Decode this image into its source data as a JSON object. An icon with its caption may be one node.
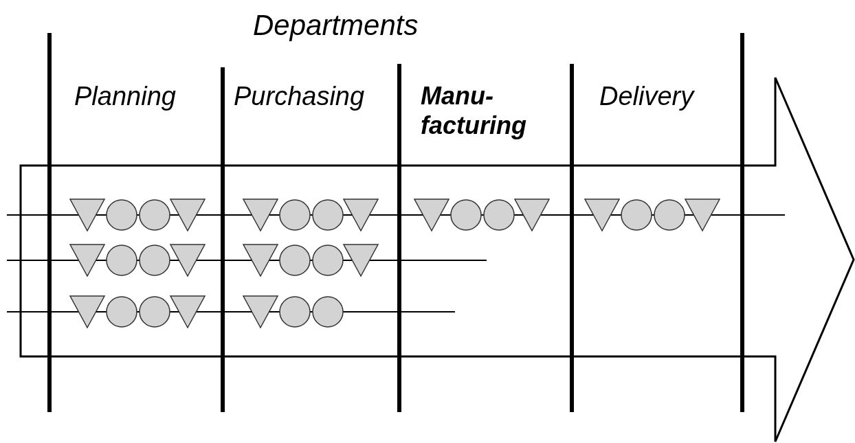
{
  "diagram": {
    "title": "Departments",
    "labels": [
      "Planning",
      "Purchasing",
      "Manu- facturing",
      "Delivery"
    ]
  }
}
